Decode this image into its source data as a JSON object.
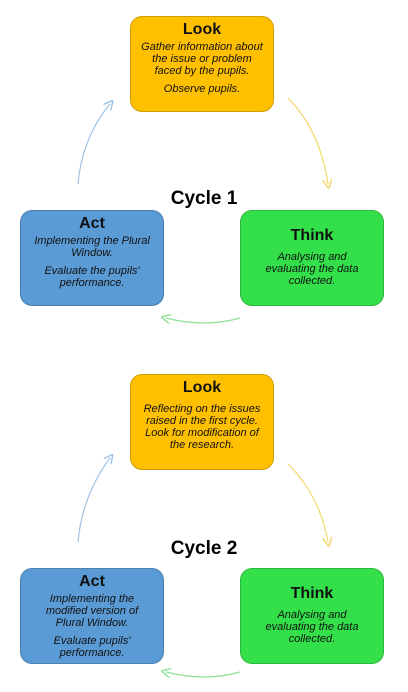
{
  "cycles": [
    {
      "title": "Cycle 1",
      "look": {
        "title": "Look",
        "lines": [
          "Gather information about the issue or problem faced by the pupils.",
          "Observe pupils."
        ]
      },
      "think": {
        "title": "Think",
        "lines": [
          "Analysing and evaluating the data collected."
        ]
      },
      "act": {
        "title": "Act",
        "lines": [
          "Implementing the Plural Window.",
          "Evaluate the pupils' performance."
        ]
      }
    },
    {
      "title": "Cycle 2",
      "look": {
        "title": "Look",
        "lines": [
          "Reflecting on the issues raised in the first cycle. Look for modification of the research."
        ]
      },
      "think": {
        "title": "Think",
        "lines": [
          "Analysing and evaluating the data collected."
        ]
      },
      "act": {
        "title": "Act",
        "lines": [
          "Implementing the modified version of Plural Window.",
          "Evaluate pupils' performance."
        ]
      }
    }
  ],
  "colors": {
    "look": "#ffc000",
    "think": "#33e04a",
    "act": "#5b9bd5",
    "arrow_look_think": "#f2d66b",
    "arrow_think_act": "#8fe39a",
    "arrow_act_look": "#9fc3e6"
  }
}
